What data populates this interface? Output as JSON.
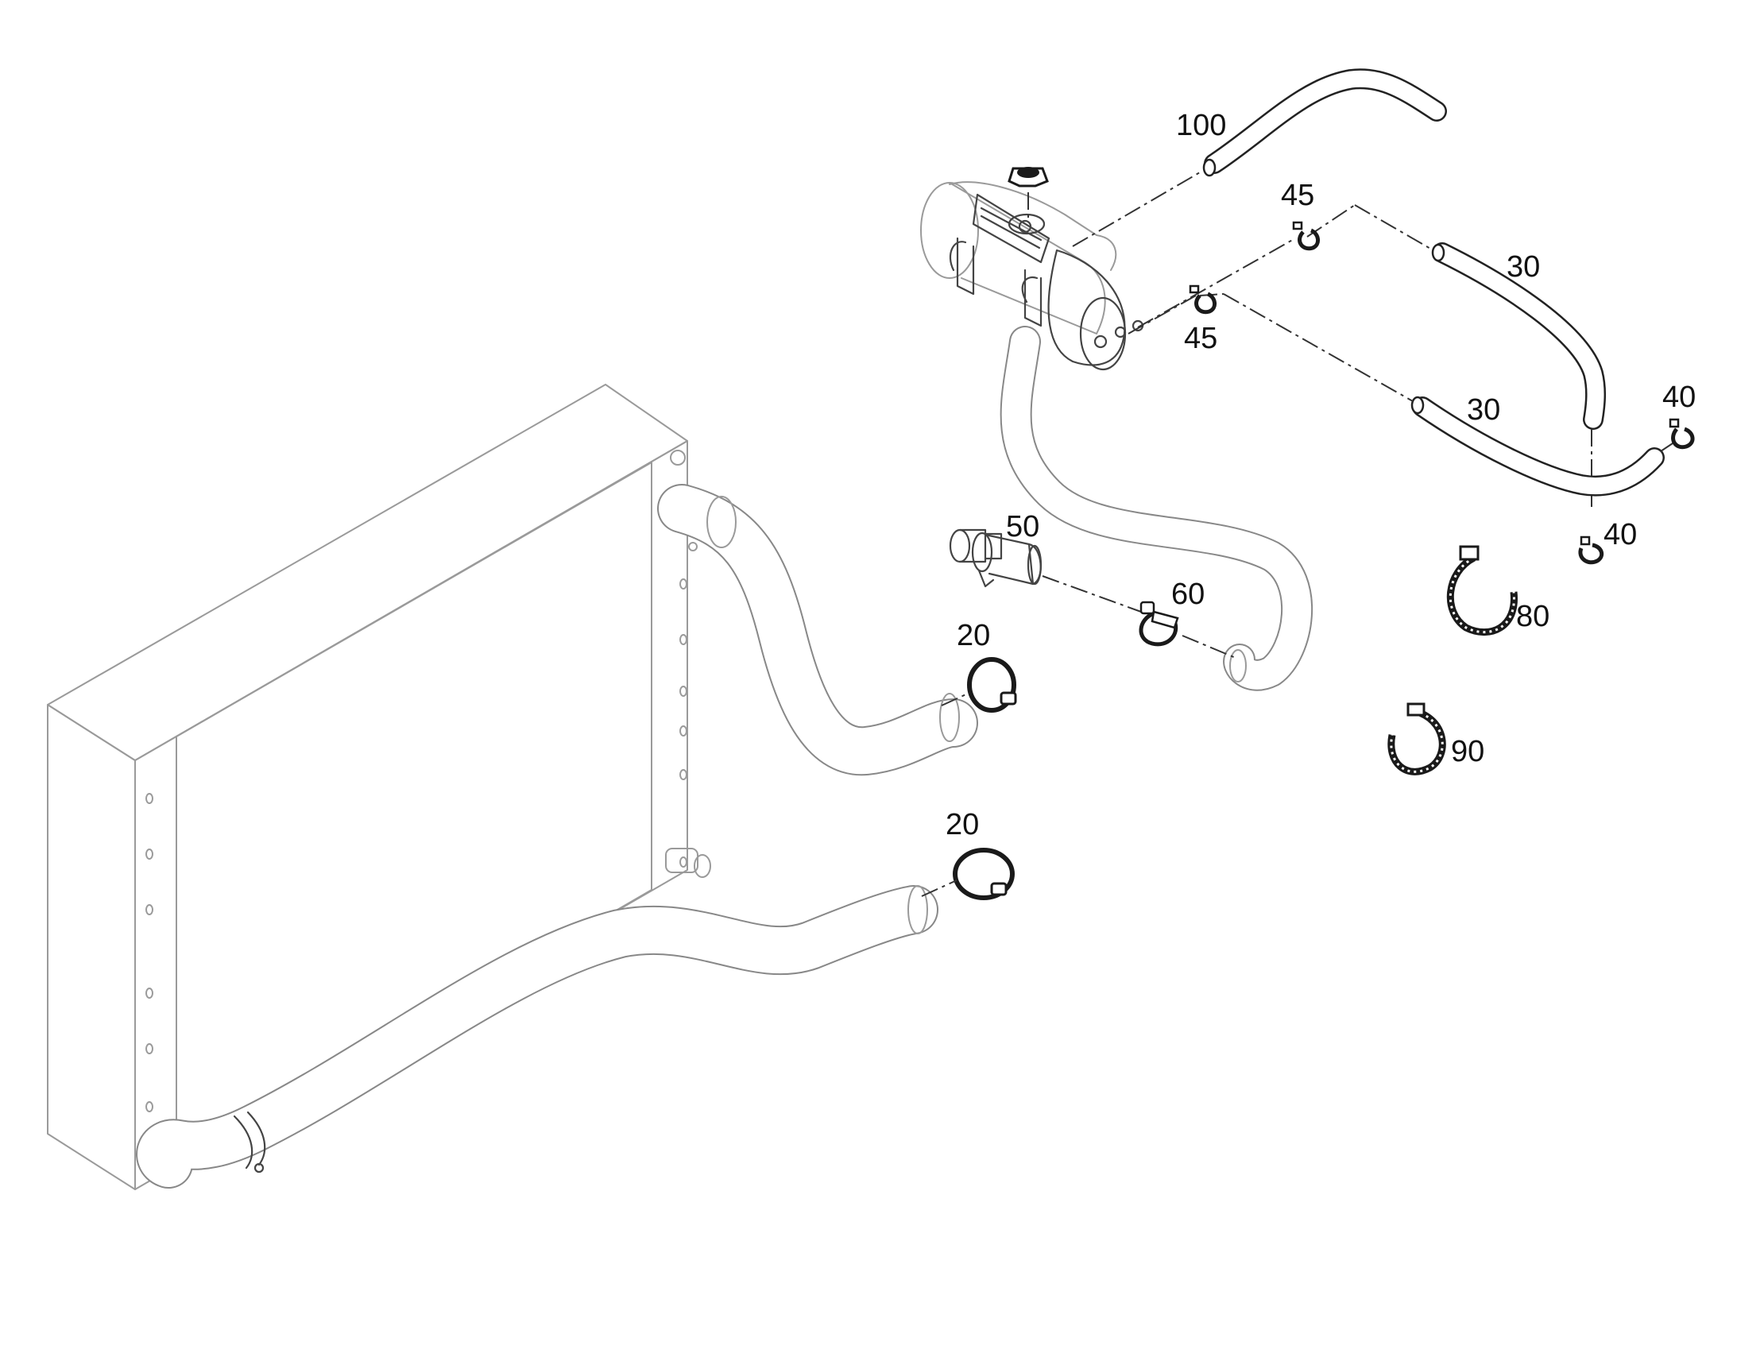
{
  "parts": [
    {
      "id": "p100",
      "label": "100"
    },
    {
      "id": "p45a",
      "label": "45"
    },
    {
      "id": "p45b",
      "label": "45"
    },
    {
      "id": "p30a",
      "label": "30"
    },
    {
      "id": "p30b",
      "label": "30"
    },
    {
      "id": "p40a",
      "label": "40"
    },
    {
      "id": "p40b",
      "label": "40"
    },
    {
      "id": "p50",
      "label": "50"
    },
    {
      "id": "p60",
      "label": "60"
    },
    {
      "id": "p80",
      "label": "80"
    },
    {
      "id": "p90",
      "label": "90"
    },
    {
      "id": "p20a",
      "label": "20"
    },
    {
      "id": "p20b",
      "label": "20"
    }
  ],
  "icons": [
    "radiator-icon",
    "expansion-tank-icon",
    "filler-cap-icon",
    "hose-clamp-icon",
    "spring-clip-icon",
    "cable-tie-icon",
    "temperature-sensor-icon"
  ]
}
